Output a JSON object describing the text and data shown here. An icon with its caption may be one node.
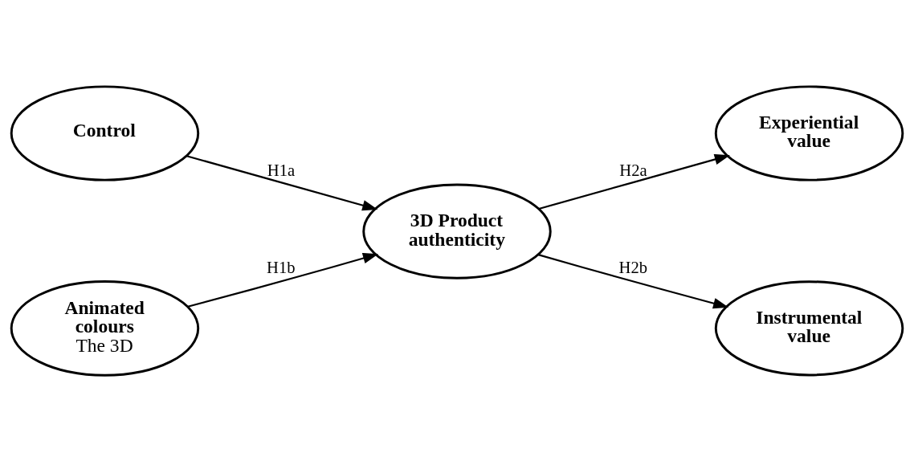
{
  "diagram": {
    "nodes": [
      {
        "text": [
          "Control"
        ]
      },
      {
        "text": [
          "Animated colours",
          "The 3D"
        ]
      },
      {
        "text": [
          "3D Product authenticity"
        ]
      },
      {
        "text": [
          "Experiential value"
        ]
      },
      {
        "text": [
          "Instrumental value"
        ]
      }
    ],
    "edges": [
      {
        "from": 0,
        "to": 2,
        "arrow": "to",
        "label": "H1a"
      },
      {
        "from": 1,
        "to": 2,
        "arrow": "to",
        "label": "H1b"
      },
      {
        "from": 2,
        "to": 3,
        "arrow": "to",
        "label": "H2a"
      },
      {
        "from": 2,
        "to": 4,
        "arrow": "to",
        "label": "H2b"
      }
    ]
  }
}
